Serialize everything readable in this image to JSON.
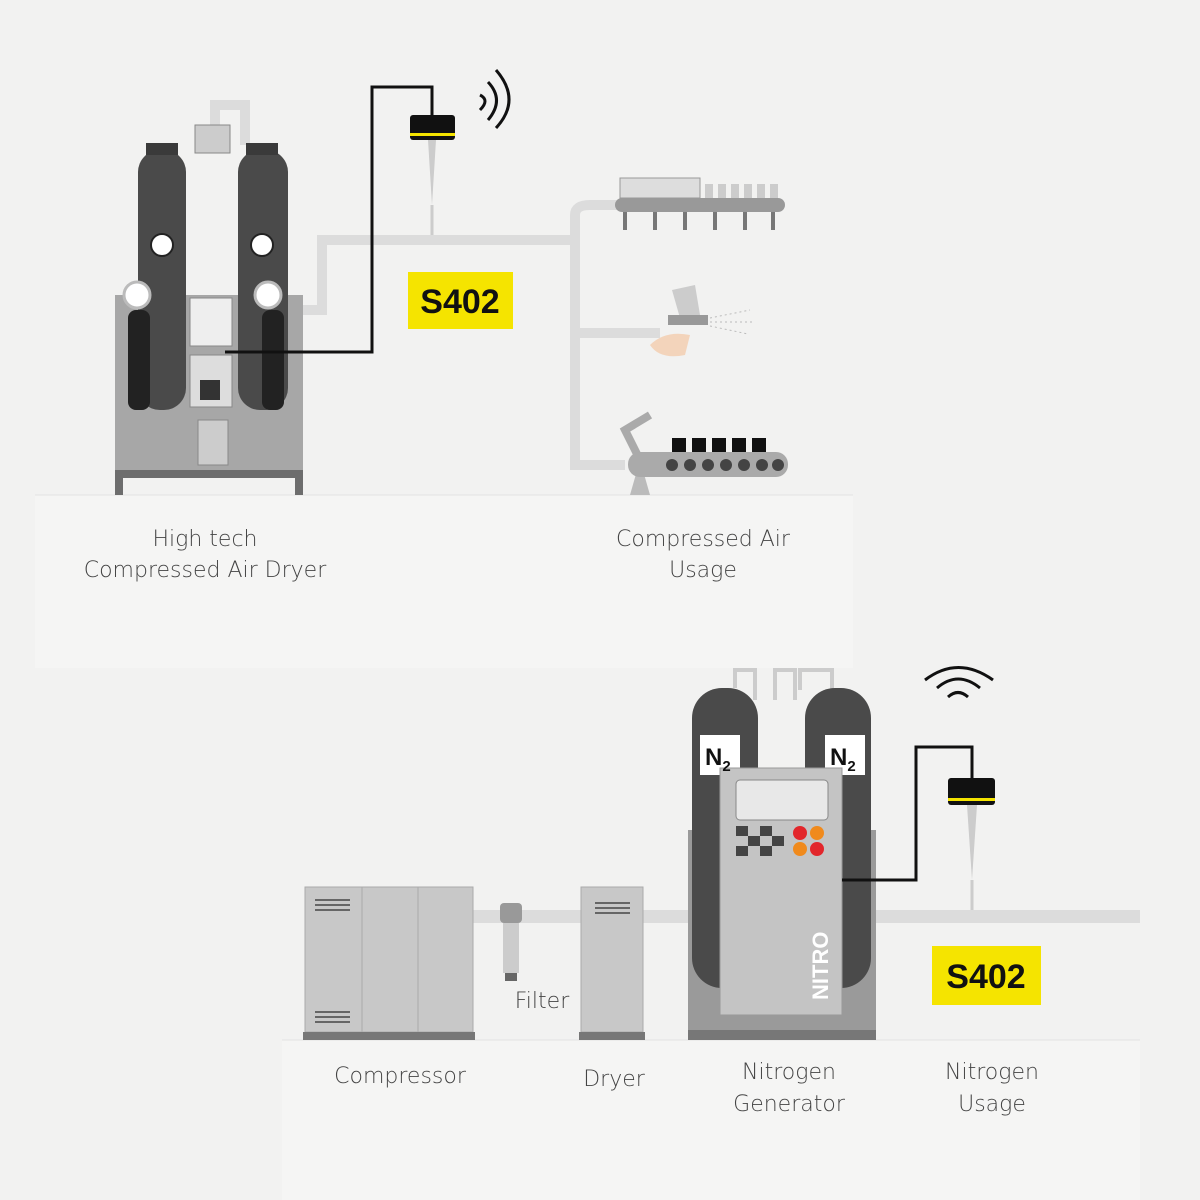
{
  "colors": {
    "background": "#f2f2f1",
    "panel": "#f5f5f4",
    "tag_yellow": "#f5e400",
    "tank": "#4a4a4a",
    "pipe": "#dcdcdc",
    "cable": "#111111"
  },
  "top_system": {
    "dryer_label_line1": "High tech",
    "dryer_label_line2": "Compressed Air Dryer",
    "usage_label_line1": "Compressed Air",
    "usage_label_line2": "Usage",
    "sensor_tag": "S402",
    "icons": [
      "wireless-signal-icon",
      "conveyor-icon",
      "spray-gun-icon",
      "robot-arm-icon"
    ]
  },
  "bottom_system": {
    "compressor_label": "Compressor",
    "filter_label": "Filter",
    "dryer_label": "Dryer",
    "generator_label_line1": "Nitrogen",
    "generator_label_line2": "Generator",
    "usage_label_line1": "Nitrogen",
    "usage_label_line2": "Usage",
    "tank_label_main": "N",
    "tank_label_sub": "2",
    "generator_brand": "NITRO",
    "sensor_tag": "S402"
  }
}
